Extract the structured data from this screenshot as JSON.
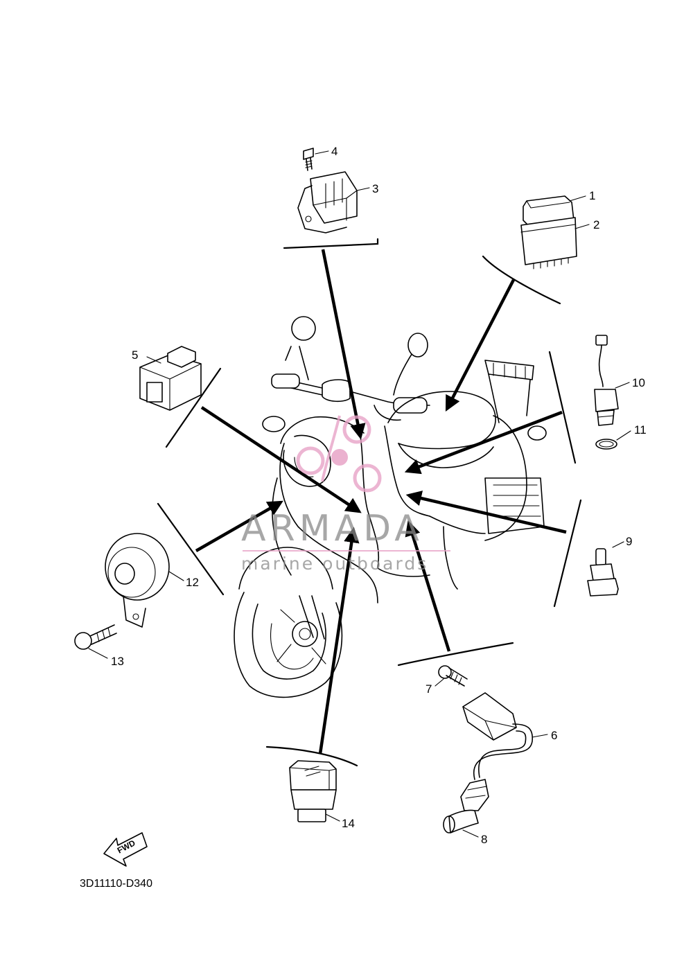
{
  "diagram": {
    "drawing_code": "3D11110-D340",
    "direction_marker": "FWD",
    "part_numbers": [
      "1",
      "2",
      "3",
      "4",
      "5",
      "6",
      "7",
      "8",
      "9",
      "10",
      "11",
      "12",
      "13",
      "14"
    ]
  },
  "watermark": {
    "title": "ARMADA",
    "subtitle": "marine outboards",
    "color": "#e7a3c7"
  }
}
